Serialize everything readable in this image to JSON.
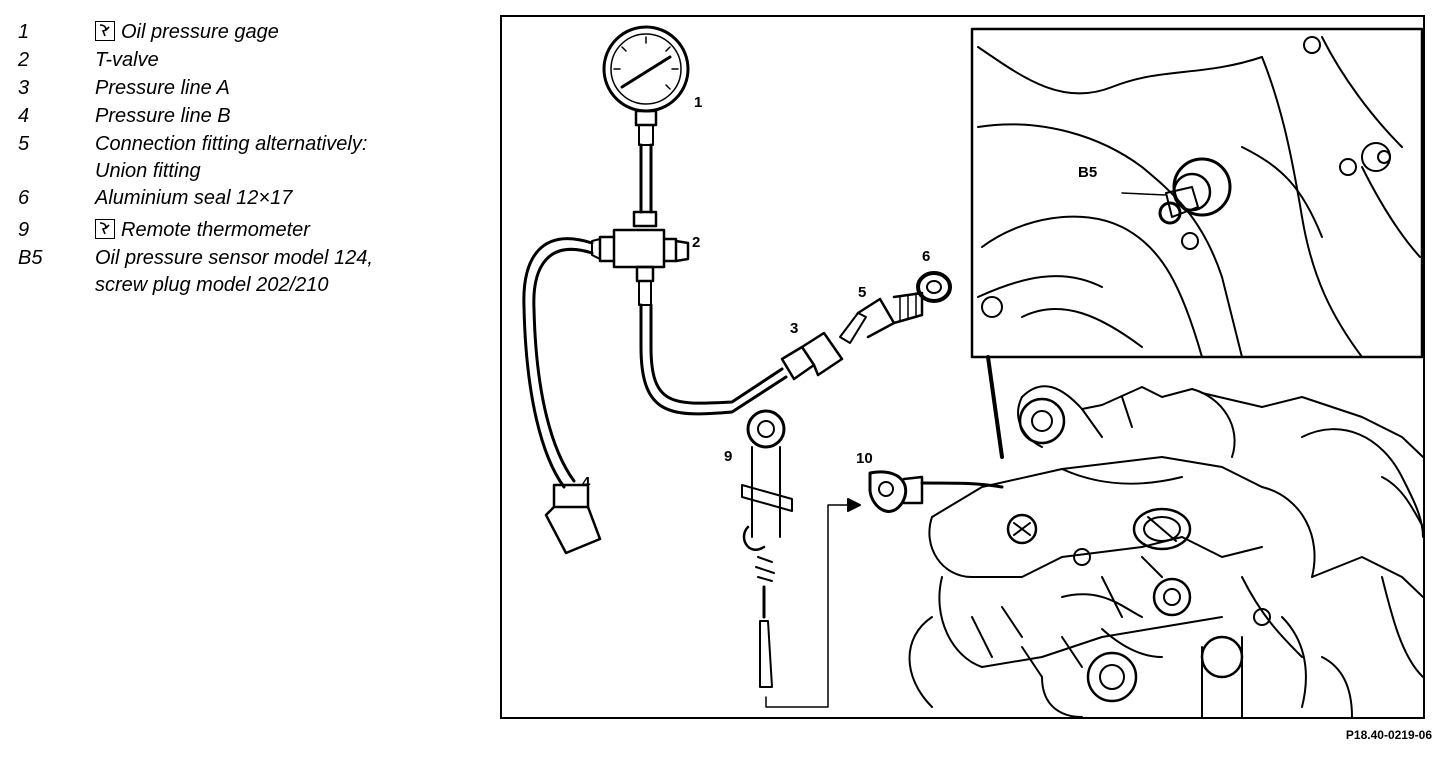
{
  "legend": [
    {
      "num": "1",
      "lines": [
        "Oil pressure gage"
      ],
      "tool_icon": true
    },
    {
      "num": "2",
      "lines": [
        "T-valve"
      ],
      "tool_icon": false
    },
    {
      "num": "3",
      "lines": [
        "Pressure line A"
      ],
      "tool_icon": false
    },
    {
      "num": "4",
      "lines": [
        "Pressure line B"
      ],
      "tool_icon": false
    },
    {
      "num": "5",
      "lines": [
        "Connection fitting alternatively:",
        "Union fitting"
      ],
      "tool_icon": false
    },
    {
      "num": "6",
      "lines": [
        "Aluminium seal 12×17"
      ],
      "tool_icon": false
    },
    {
      "num": "9",
      "lines": [
        "Remote thermometer"
      ],
      "tool_icon": true
    },
    {
      "num": "B5",
      "lines": [
        "Oil pressure sensor model 124,",
        "screw plug model 202/210"
      ],
      "tool_icon": false
    }
  ],
  "callouts": {
    "c1": "1",
    "c2": "2",
    "c3": "3",
    "c4": "4",
    "c5": "5",
    "c6": "6",
    "c9": "9",
    "c10": "10",
    "cB5": "B5"
  },
  "figure_ref": "P18.40-0219-06"
}
